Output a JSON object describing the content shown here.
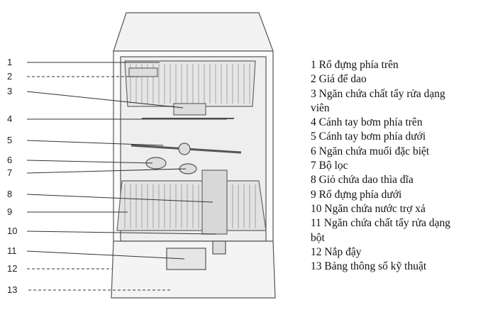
{
  "callout_numbers": [
    "1",
    "2",
    "3",
    "4",
    "5",
    "6",
    "7",
    "8",
    "9",
    "10",
    "11",
    "12",
    "13"
  ],
  "legend": [
    "1 Rổ đựng phía trên",
    "2 Giá để dao",
    "3 Ngăn chứa chất tẩy rửa dạng",
    "viên",
    "4 Cánh tay bơm phía trên",
    "5 Cánh tay bơm phía dưới",
    "6 Ngăn chứa muối đặc biệt",
    "7 Bộ lọc",
    "8 Giỏ chứa dao thìa dĩa",
    "9 Rổ đựng phía dưới",
    "10 Ngăn chứa nước trợ xả",
    "11 Ngăn chứa chất tẩy rửa dạng",
    "bột",
    "12 Nắp đậy",
    "13 Bảng thông số kỹ thuật"
  ]
}
